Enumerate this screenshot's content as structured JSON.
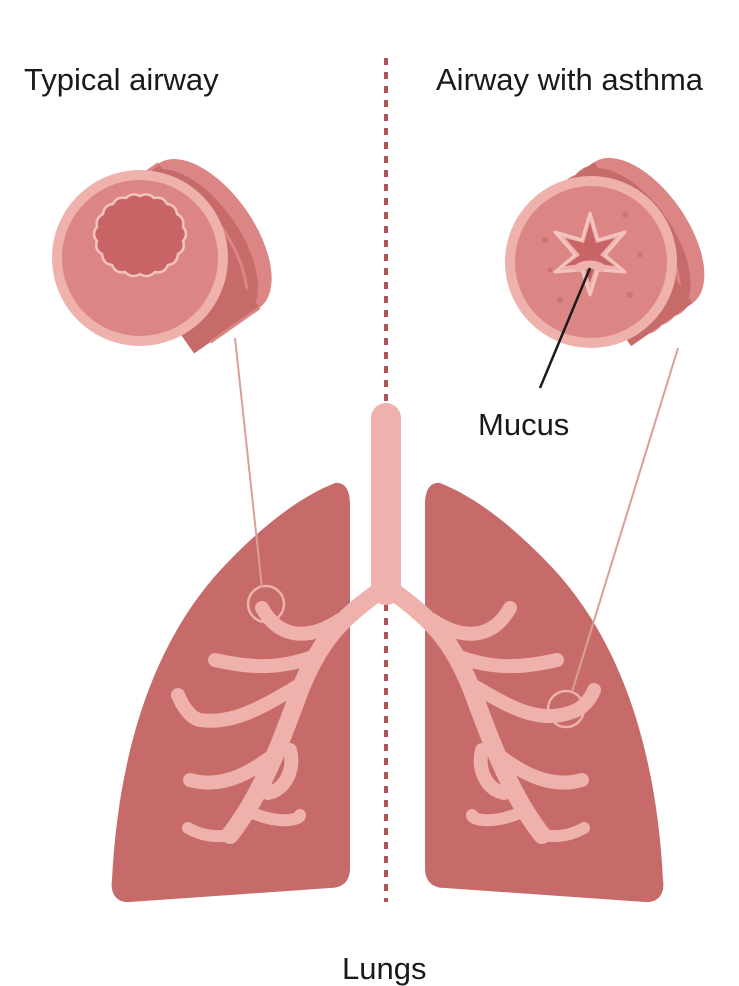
{
  "labels": {
    "typical": "Typical airway",
    "asthma": "Airway with asthma",
    "mucus": "Mucus",
    "bottom": "Lungs"
  },
  "colors": {
    "lung": "#c76a6a",
    "lung_dark": "#b45a5c",
    "airway_light": "#efb1ac",
    "airway_mid": "#db8684",
    "airway_inner": "#c96466",
    "divider": "#b05356",
    "line": "#d9a09b",
    "text": "#1a1a1a"
  }
}
